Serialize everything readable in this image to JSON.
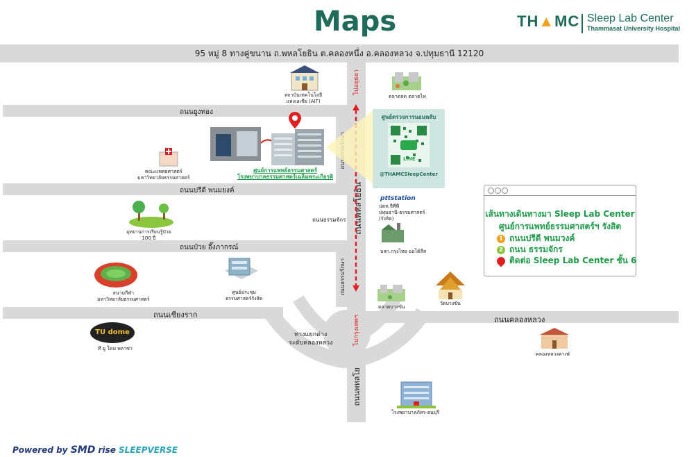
{
  "title": "Maps",
  "brand": {
    "logo_text_1": "TH",
    "logo_text_2": "MC",
    "name": "Sleep Lab Center",
    "subtitle": "Thammasat University Hospital"
  },
  "address": "95 หมู่ 8 ทางคู่ขนาน ถ.พหลโยธิน ต.คลองหนึ่ง อ.คลองหลวง จ.ปทุมธานี 12120",
  "roads": {
    "yukong": "ถนนยูงทอง",
    "preedee": "ถนนปรีดี พนมยงค์",
    "puey": "ถนนป๋วย อึ๊งภากรณ์",
    "chiangrak": "ถนนเชียงราก",
    "klongluang": "ถนนคลองหลวง",
    "phahon_upper": "ถนนพหลโยธิน",
    "phahon_lower": "ถนนพหลโยธิน",
    "thammarak": "ถนนธรรมจักร",
    "thammarak_v1": "ถนนธรรมรักษา",
    "thammarak_v2": "ถนนธรรมรักษา"
  },
  "directions": {
    "north": "ไปอยุธยา",
    "south": "ไปกรุงเทพฯ"
  },
  "places": {
    "ait": [
      "สถาบันเทคโนโลยี",
      "แห่งเอเชีย (AIT)"
    ],
    "market_north": "ตลาดสด ตลาดไท",
    "hospital_center": [
      "ศูนย์การแพทย์ธรรมศาสตร์",
      "โรงพยาบาลธรรมศาสตร์เฉลิมพระเกียรติ"
    ],
    "medicine": [
      "คณะแพทยศาสตร์",
      "มหาวิทยาลัยธรรมศาสตร์"
    ],
    "ptt": [
      "ปตท.จีพีพี",
      "ปทุมธานี-ธรรมศาสตร์",
      "(รังสิต)"
    ],
    "ptt_brand": "pttstation",
    "park": [
      "อุทยานการเรียนรู้ป๋วย",
      "100 ปี"
    ],
    "krungthai": "บจก.กรุงไทย ออโต้ลีส",
    "stadium": [
      "สนามกีฬา",
      "มหาวิทยาลัยธรรมศาสตร์"
    ],
    "convention": [
      "ศูนย์ประชุม",
      "ธรรมศาสตร์รังสิต"
    ],
    "market_south": "ตลาดบางขัน",
    "temple": "วัดบางขัน",
    "tudome_logo": "TU dome",
    "tudome": "ที ยู โดม พลาซ่า",
    "interchange": [
      "ทางแยกต่าง",
      "ระดับคลองหลวง"
    ],
    "klongluang_cafe": "คลองหลวงคาเฟ่",
    "patraphat": "โรงพยาบาลภัทร-ธนบุรี"
  },
  "qr": {
    "title": "ศูนย์ตรวจการนอนหลับ",
    "line": "LINE",
    "handle": "@THAMCSleepCenter"
  },
  "info": {
    "title_1": "เส้นทางเดินทางมา Sleep Lab Center",
    "title_2": "ศูนย์การแพทย์ธรรมศาสตร์ฯ รังสิต",
    "step1_num": "1",
    "step1": "ถนนปรีดี พนมวงค์",
    "step2_num": "2",
    "step2": "ถนน ธรรมจักร",
    "step3": "ติดต่อ Sleep Lab Center ชั้น 6"
  },
  "footer": {
    "powered": "Powered by",
    "smd": "SMD",
    "rise": "rise",
    "sleepverse": "SLEEPVERSE"
  },
  "colors": {
    "green": "#1f6b5a",
    "accent_green": "#1f9a4a",
    "orange": "#f0a21a",
    "red": "#e02020",
    "road": "#d9d9d9"
  }
}
